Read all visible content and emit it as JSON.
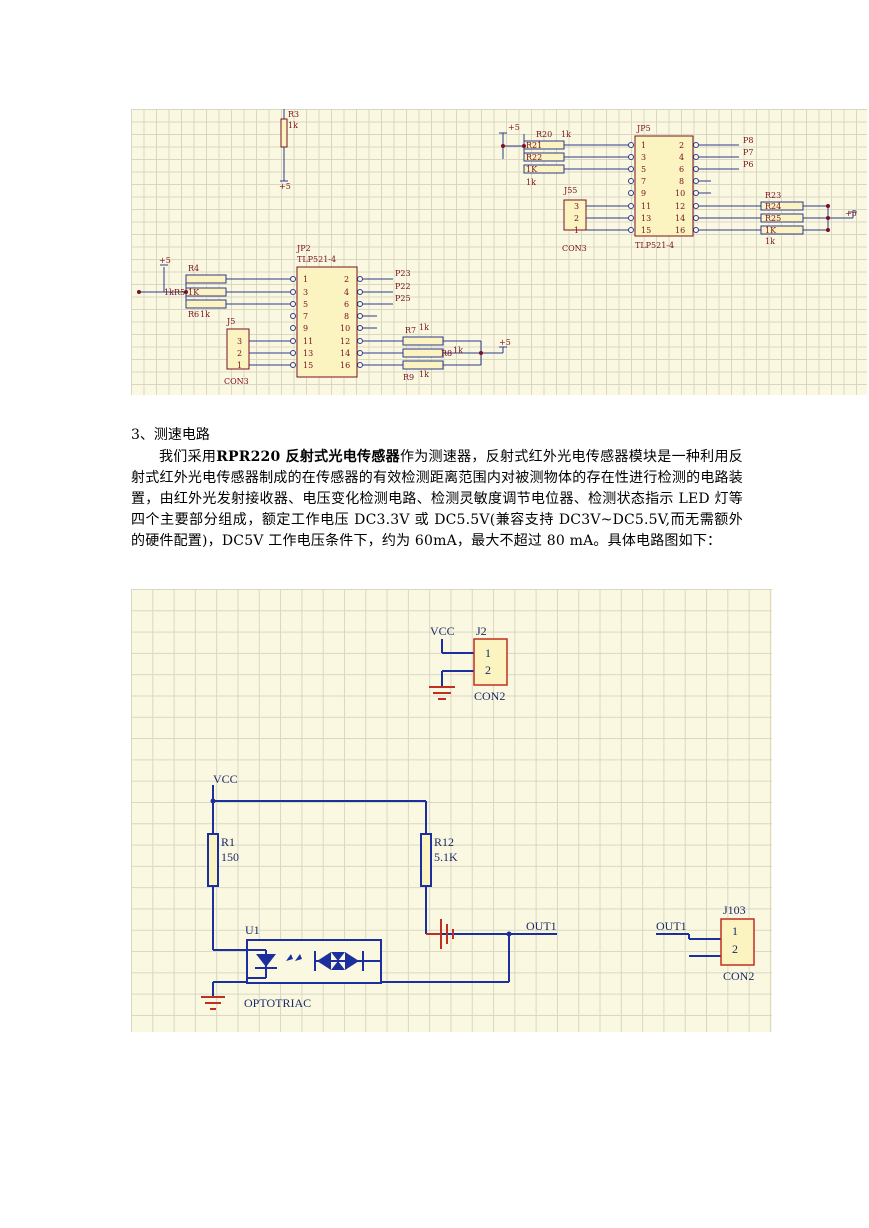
{
  "section": {
    "heading": "3、测速电路",
    "para_before": "我们采用",
    "para_bold": "RPR220 反射式光电传感器",
    "para_after": "作为测速器，反射式红外光电传感器模块是一种利用反射式红外光电传感器制成的在传感器的有效检测距离范围内对被测物体的存在性进行检测的电路装置，由红外光发射接收器、电压变化检测电路、检测灵敏度调节电位器、检测状态指示 LED 灯等四个主要部分组成，额定工作电压 DC3.3V 或 DC5.5V(兼容支持 DC3V~DC5.5V,而无需额外的硬件配置)，DC5V 工作电压条件下，约为 60mA，最大不超过 80 mA。具体电路图如下："
  },
  "schematic_top": {
    "grid_color": "#d8d8c2",
    "bg_color": "#fbf8e2",
    "r3": {
      "ref": "R3",
      "value": "1k",
      "supply": "+5"
    },
    "jp5": {
      "ref": "JP5",
      "part": "TLP521-4",
      "left_pins": [
        "1",
        "3",
        "5",
        "7",
        "9",
        "11",
        "13",
        "15"
      ],
      "right_pins": [
        "2",
        "4",
        "6",
        "8",
        "10",
        "12",
        "14",
        "16"
      ],
      "outputs": [
        "P8",
        "P7",
        "P6"
      ],
      "supply_left": "+5",
      "supply_right": "+5",
      "resistors_left": [
        "R20",
        "1k",
        "R21",
        "R22",
        "1K",
        "1k"
      ],
      "resistors_right": [
        "R23",
        "R24",
        "R25",
        "1K",
        "1k"
      ]
    },
    "j55": {
      "ref": "J55",
      "pins": [
        "3",
        "2",
        "1"
      ],
      "part": "CON3"
    },
    "jp2": {
      "ref": "JP2",
      "part": "TLP521-4",
      "left_pins": [
        "1",
        "3",
        "5",
        "7",
        "9",
        "11",
        "13",
        "15"
      ],
      "right_pins": [
        "2",
        "4",
        "6",
        "8",
        "10",
        "12",
        "14",
        "16"
      ],
      "outputs": [
        "P23",
        "P22",
        "P25"
      ],
      "supply_left": "+5",
      "supply_right": "+5",
      "resistors_left": [
        "R4",
        "1k",
        "R5",
        "1K",
        "R6",
        "1k"
      ],
      "resistors_right": [
        "R7",
        "1k",
        "R8",
        "1k",
        "R9",
        "1k"
      ]
    },
    "j5": {
      "ref": "J5",
      "pins": [
        "3",
        "2",
        "1"
      ],
      "part": "CON3"
    }
  },
  "schematic_bottom": {
    "grid_color": "#d8d8c2",
    "bg_color": "#fbf8e2",
    "wire_color": "#1c2f9e",
    "j2": {
      "net": "VCC",
      "ref": "J2",
      "pins": [
        "1",
        "2"
      ],
      "part": "CON2"
    },
    "vcc_label": "VCC",
    "r1": {
      "ref": "R1",
      "value": "150"
    },
    "r12": {
      "ref": "R12",
      "value": "5.1K"
    },
    "u1": {
      "ref": "U1",
      "part": "OPTOTRIAC"
    },
    "out_label": "OUT1",
    "j103": {
      "net": "OUT1",
      "ref": "J103",
      "pins": [
        "1",
        "2"
      ],
      "part": "CON2"
    }
  }
}
